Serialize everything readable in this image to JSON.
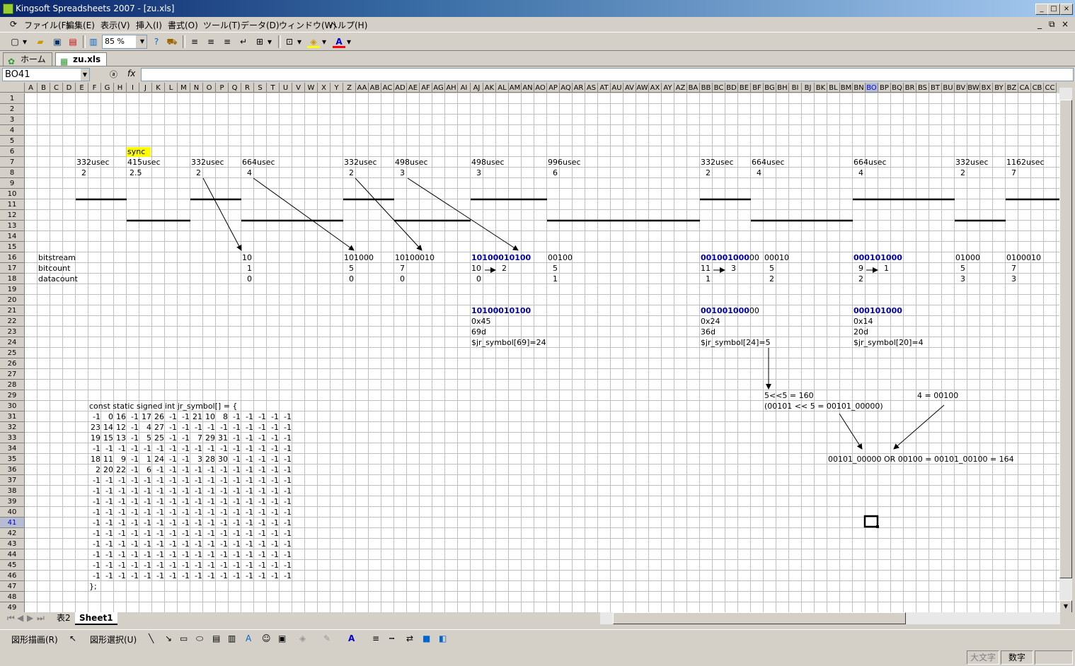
{
  "window": {
    "title": "Kingsoft Spreadsheets 2007 - [zu.xls]"
  },
  "menu": [
    "ファイル(F)",
    "編集(E)",
    "表示(V)",
    "挿入(I)",
    "書式(O)",
    "ツール(T)",
    "データ(D)",
    "ウィンドウ(W)",
    "ヘルプ(H)"
  ],
  "toolbar": {
    "zoom": "85 %"
  },
  "doc_tabs": [
    {
      "label": "ホーム"
    },
    {
      "label": "zu.xls"
    }
  ],
  "formula": {
    "name_box": "BO41",
    "fx_label": "fx",
    "value": ""
  },
  "columns": [
    "A",
    "B",
    "C",
    "D",
    "E",
    "F",
    "G",
    "H",
    "I",
    "J",
    "K",
    "L",
    "M",
    "N",
    "O",
    "P",
    "Q",
    "R",
    "S",
    "T",
    "U",
    "V",
    "W",
    "X",
    "Y",
    "Z",
    "AA",
    "AB",
    "AC",
    "AD",
    "AE",
    "AF",
    "AG",
    "AH",
    "AI",
    "AJ",
    "AK",
    "AL",
    "AM",
    "AN",
    "AO",
    "AP",
    "AQ",
    "AR",
    "AS",
    "AT",
    "AU",
    "AV",
    "AW",
    "AX",
    "AY",
    "AZ",
    "BA",
    "BB",
    "BC",
    "BD",
    "BE",
    "BF",
    "BG",
    "BH",
    "BI",
    "BJ",
    "BK",
    "BL",
    "BM",
    "BN",
    "BO",
    "BP",
    "BQ",
    "BR",
    "BS",
    "BT",
    "BU",
    "BV",
    "BW",
    "BX",
    "BY",
    "BZ",
    "CA",
    "CB",
    "CC"
  ],
  "rows": [
    "1",
    "2",
    "3",
    "4",
    "5",
    "6",
    "7",
    "8",
    "9",
    "10",
    "11",
    "12",
    "13",
    "14",
    "15",
    "16",
    "17",
    "18",
    "19",
    "20",
    "21",
    "22",
    "23",
    "24",
    "25",
    "26",
    "27",
    "28",
    "29",
    "30",
    "31",
    "32",
    "33",
    "34",
    "35",
    "36",
    "37",
    "38",
    "39",
    "40",
    "41",
    "42",
    "43",
    "44",
    "45",
    "46",
    "47",
    "48",
    "49"
  ],
  "cells": {
    "sync": "sync",
    "t1": "332usec",
    "t2": "415usec",
    "t3": "332usec",
    "t4": "664usec",
    "t5": "332usec",
    "t6": "498usec",
    "t7": "498usec",
    "t8": "996usec",
    "t9": "332usec",
    "t10": "664usec",
    "t11": "664usec",
    "t12": "332usec",
    "t13": "1162usec",
    "n1": "2",
    "n2": "2.5",
    "n3": "2",
    "n4": "4",
    "n5": "2",
    "n6": "3",
    "n7": "3",
    "n8": "6",
    "n9": "2",
    "n10": "4",
    "n11": "4",
    "n12": "2",
    "n13": "7",
    "lbl_bitstream": "bitstream",
    "lbl_bitcount": "bitcount",
    "lbl_datacount": "datacount",
    "bs1": "10",
    "bs2": "101000",
    "bs3": "10100010",
    "bs4_hl": "10100010100",
    "bs4_tail": "",
    "bs5": "00100",
    "bs6_hl": "001001000",
    "bs6_tail": "00",
    "bs7": "00010",
    "bs8_hl": "000101000",
    "bs8_tail": "",
    "bs9": "01000",
    "bs10": "0100010",
    "bc1": "1",
    "bc2": "5",
    "bc3": "7",
    "bc4": "10",
    "bc4b": "2",
    "bc5": "5",
    "bc6": "11",
    "bc6b": "3",
    "bc7": "5",
    "bc8": "9",
    "bc8b": "1",
    "bc9": "5",
    "bc10": "7",
    "dc1": "0",
    "dc2": "0",
    "dc3": "0",
    "dc4": "0",
    "dc5": "1",
    "dc6": "1",
    "dc7": "2",
    "dc8": "2",
    "dc9": "3",
    "dc10": "3",
    "g1_bits_hl": "10100010100",
    "g1_bits_tail": "",
    "g1_hex": "0x45",
    "g1_dec": "69d",
    "g1_sym": "$jr_symbol[69]=24",
    "g2_bits_hl": "001001000",
    "g2_bits_tail": "00",
    "g2_hex": "0x24",
    "g2_dec": "36d",
    "g2_sym": "$jr_symbol[24]=5",
    "g3_bits_hl": "000101000",
    "g3_bits_tail": "",
    "g3_hex": "0x14",
    "g3_dec": "20d",
    "g3_sym": "$jr_symbol[20]=4",
    "shift1": "5<<5 = 160",
    "shift2": "(00101 << 5 = 00101_00000)",
    "four": "4 = 00100",
    "result": "00101_00000 OR 00100 = 00101_00100 = 164",
    "code_head": "const static signed int jr_symbol[] = {",
    "code_end": "};"
  },
  "code_rows": [
    [
      "-1",
      "0",
      "16",
      "-1",
      "17",
      "26",
      "-1",
      "-1",
      "21",
      "10",
      "8",
      "-1",
      "-1",
      "-1",
      "-1",
      "-1"
    ],
    [
      "23",
      "14",
      "12",
      "-1",
      "4",
      "27",
      "-1",
      "-1",
      "-1",
      "-1",
      "-1",
      "-1",
      "-1",
      "-1",
      "-1",
      "-1"
    ],
    [
      "19",
      "15",
      "13",
      "-1",
      "5",
      "25",
      "-1",
      "-1",
      "7",
      "29",
      "31",
      "-1",
      "-1",
      "-1",
      "-1",
      "-1"
    ],
    [
      "-1",
      "-1",
      "-1",
      "-1",
      "-1",
      "-1",
      "-1",
      "-1",
      "-1",
      "-1",
      "-1",
      "-1",
      "-1",
      "-1",
      "-1",
      "-1"
    ],
    [
      "18",
      "11",
      "9",
      "-1",
      "1",
      "24",
      "-1",
      "-1",
      "3",
      "28",
      "30",
      "-1",
      "-1",
      "-1",
      "-1",
      "-1"
    ],
    [
      "2",
      "20",
      "22",
      "-1",
      "6",
      "-1",
      "-1",
      "-1",
      "-1",
      "-1",
      "-1",
      "-1",
      "-1",
      "-1",
      "-1",
      "-1"
    ],
    [
      "-1",
      "-1",
      "-1",
      "-1",
      "-1",
      "-1",
      "-1",
      "-1",
      "-1",
      "-1",
      "-1",
      "-1",
      "-1",
      "-1",
      "-1",
      "-1"
    ],
    [
      "-1",
      "-1",
      "-1",
      "-1",
      "-1",
      "-1",
      "-1",
      "-1",
      "-1",
      "-1",
      "-1",
      "-1",
      "-1",
      "-1",
      "-1",
      "-1"
    ],
    [
      "-1",
      "-1",
      "-1",
      "-1",
      "-1",
      "-1",
      "-1",
      "-1",
      "-1",
      "-1",
      "-1",
      "-1",
      "-1",
      "-1",
      "-1",
      "-1"
    ],
    [
      "-1",
      "-1",
      "-1",
      "-1",
      "-1",
      "-1",
      "-1",
      "-1",
      "-1",
      "-1",
      "-1",
      "-1",
      "-1",
      "-1",
      "-1",
      "-1"
    ],
    [
      "-1",
      "-1",
      "-1",
      "-1",
      "-1",
      "-1",
      "-1",
      "-1",
      "-1",
      "-1",
      "-1",
      "-1",
      "-1",
      "-1",
      "-1",
      "-1"
    ],
    [
      "-1",
      "-1",
      "-1",
      "-1",
      "-1",
      "-1",
      "-1",
      "-1",
      "-1",
      "-1",
      "-1",
      "-1",
      "-1",
      "-1",
      "-1",
      "-1"
    ],
    [
      "-1",
      "-1",
      "-1",
      "-1",
      "-1",
      "-1",
      "-1",
      "-1",
      "-1",
      "-1",
      "-1",
      "-1",
      "-1",
      "-1",
      "-1",
      "-1"
    ],
    [
      "-1",
      "-1",
      "-1",
      "-1",
      "-1",
      "-1",
      "-1",
      "-1",
      "-1",
      "-1",
      "-1",
      "-1",
      "-1",
      "-1",
      "-1",
      "-1"
    ],
    [
      "-1",
      "-1",
      "-1",
      "-1",
      "-1",
      "-1",
      "-1",
      "-1",
      "-1",
      "-1",
      "-1",
      "-1",
      "-1",
      "-1",
      "-1",
      "-1"
    ],
    [
      "-1",
      "-1",
      "-1",
      "-1",
      "-1",
      "-1",
      "-1",
      "-1",
      "-1",
      "-1",
      "-1",
      "-1",
      "-1",
      "-1",
      "-1",
      "-1"
    ]
  ],
  "sheet_tabs": [
    {
      "label": "表2"
    },
    {
      "label": "Sheet1"
    }
  ],
  "drawbar": {
    "draw_label": "図形描画(R)",
    "select_label": "図形選択(U)"
  },
  "status": {
    "caps": "大文字",
    "num": "数字"
  }
}
